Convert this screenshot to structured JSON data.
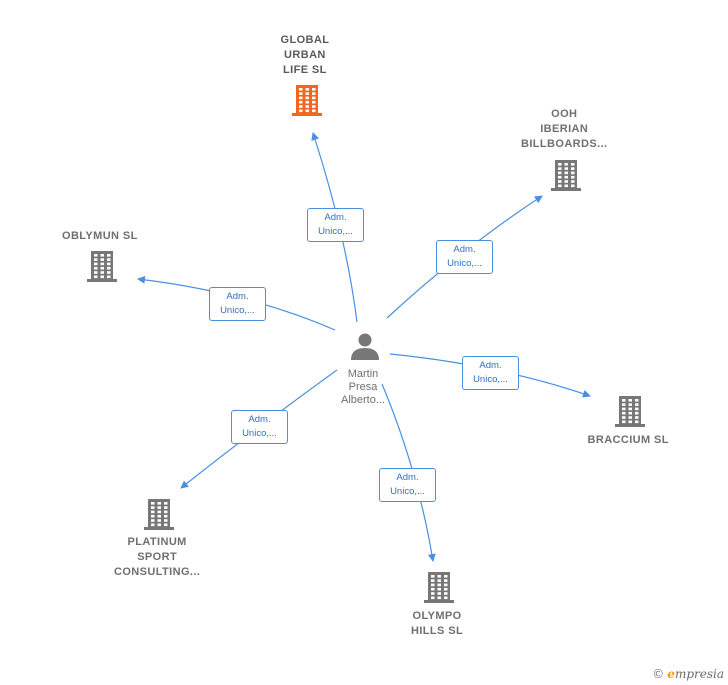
{
  "colors": {
    "edge": "#4a90e2",
    "company": "#777777",
    "company_highlight": "#f26522",
    "person": "#777777"
  },
  "center": {
    "label_lines": [
      "Martin",
      "Presa",
      "Alberto..."
    ],
    "icon": "person-icon"
  },
  "companies": [
    {
      "id": "global-urban-life",
      "label_lines": [
        "GLOBAL",
        "URBAN",
        "LIFE  SL"
      ],
      "highlight": true
    },
    {
      "id": "ooh-iberian",
      "label_lines": [
        "OOH",
        "IBERIAN",
        "BILLBOARDS..."
      ],
      "highlight": false
    },
    {
      "id": "oblymun",
      "label_lines": [
        "OBLYMUN  SL"
      ],
      "highlight": false
    },
    {
      "id": "braccium",
      "label_lines": [
        "BRACCIUM SL"
      ],
      "highlight": false
    },
    {
      "id": "platinum-sport",
      "label_lines": [
        "PLATINUM",
        "SPORT",
        "CONSULTING..."
      ],
      "highlight": false
    },
    {
      "id": "olympo-hills",
      "label_lines": [
        "OLYMPO",
        "HILLS  SL"
      ],
      "highlight": false
    }
  ],
  "relations": [
    {
      "target": "global-urban-life",
      "label_lines": [
        "Adm.",
        "Unico,..."
      ]
    },
    {
      "target": "ooh-iberian",
      "label_lines": [
        "Adm.",
        "Unico,..."
      ]
    },
    {
      "target": "oblymun",
      "label_lines": [
        "Adm.",
        "Unico,..."
      ]
    },
    {
      "target": "braccium",
      "label_lines": [
        "Adm.",
        "Unico,..."
      ]
    },
    {
      "target": "platinum-sport",
      "label_lines": [
        "Adm.",
        "Unico,..."
      ]
    },
    {
      "target": "olympo-hills",
      "label_lines": [
        "Adm.",
        "Unico,..."
      ]
    }
  ],
  "brand": {
    "copyright": "©",
    "initial": "e",
    "rest": "mpresia"
  }
}
